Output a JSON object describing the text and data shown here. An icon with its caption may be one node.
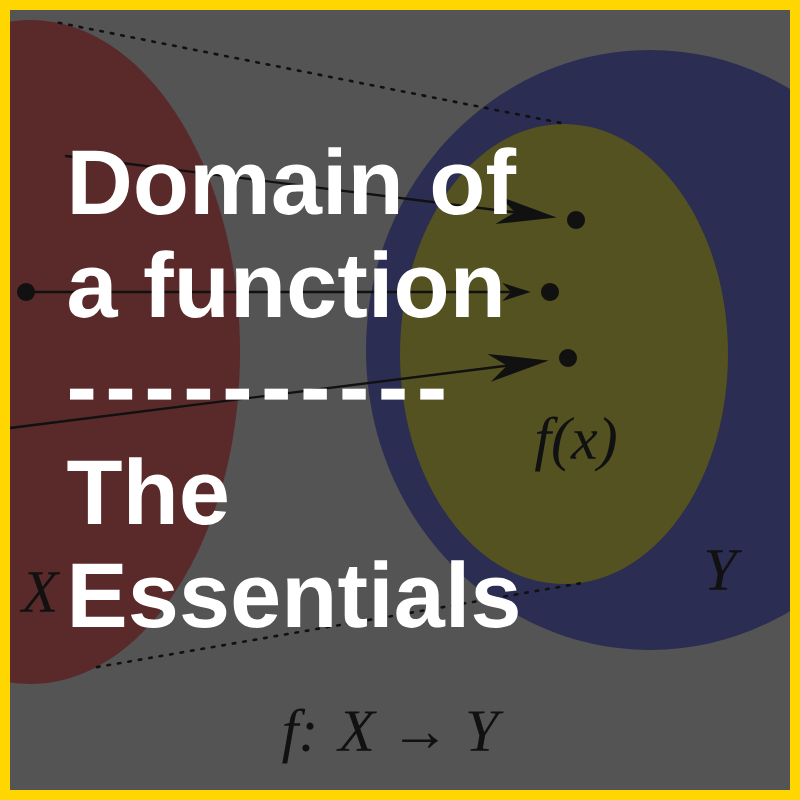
{
  "diagram": {
    "title": "Domain of a function",
    "nodes": [
      {
        "text": [
          "X"
        ]
      },
      {
        "text": [],
        "shape": "circle",
        "in": 0
      },
      {
        "text": [
          "Y"
        ]
      },
      {
        "text": [
          "f(x)"
        ],
        "in": 2
      },
      {
        "text": [],
        "shape": "circle",
        "in": 3
      },
      {
        "text": [],
        "shape": "circle",
        "in": 3
      },
      {
        "text": [],
        "shape": "circle",
        "in": 3
      }
    ],
    "edges": [
      {
        "from": null,
        "to": 4,
        "arrow": "to"
      },
      {
        "from": 1,
        "to": 5,
        "arrow": "to"
      },
      {
        "from": null,
        "to": 6,
        "arrow": "to"
      },
      {
        "from": 0,
        "to": 3,
        "arrow": "none",
        "style": "dashed"
      },
      {
        "from": 0,
        "to": 3,
        "arrow": "none",
        "style": "dashed"
      }
    ],
    "labels": [
      "----------",
      "The Essentials",
      "f: X → Y"
    ]
  }
}
